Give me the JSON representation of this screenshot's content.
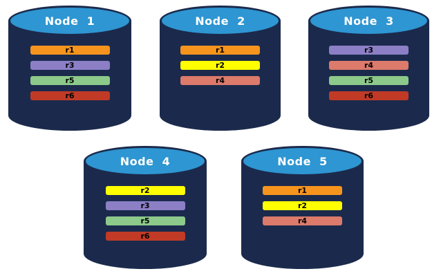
{
  "diagram": {
    "description": "Five database node cylinders showing replica placement",
    "colors": {
      "cylinder_body": "#1B2A4C",
      "cylinder_top": "#2E96D2",
      "node_label_text": "#FFFFFF",
      "replica_label_text": "#000000",
      "background": "#FFFFFF",
      "replica_colors": {
        "r1": "#F7941D",
        "r2": "#FFFF00",
        "r3": "#8C7FC6",
        "r4": "#DC7A6B",
        "r5": "#8CC98A",
        "r6": "#C03A26"
      }
    },
    "nodes": [
      {
        "label": "Node  1",
        "replicas": [
          "r1",
          "r3",
          "r5",
          "r6"
        ]
      },
      {
        "label": "Node  2",
        "replicas": [
          "r1",
          "r2",
          "r4"
        ]
      },
      {
        "label": "Node  3",
        "replicas": [
          "r3",
          "r4",
          "r5",
          "r6"
        ]
      },
      {
        "label": "Node  4",
        "replicas": [
          "r2",
          "r3",
          "r5",
          "r6"
        ]
      },
      {
        "label": "Node  5",
        "replicas": [
          "r1",
          "r2",
          "r4"
        ]
      }
    ]
  }
}
